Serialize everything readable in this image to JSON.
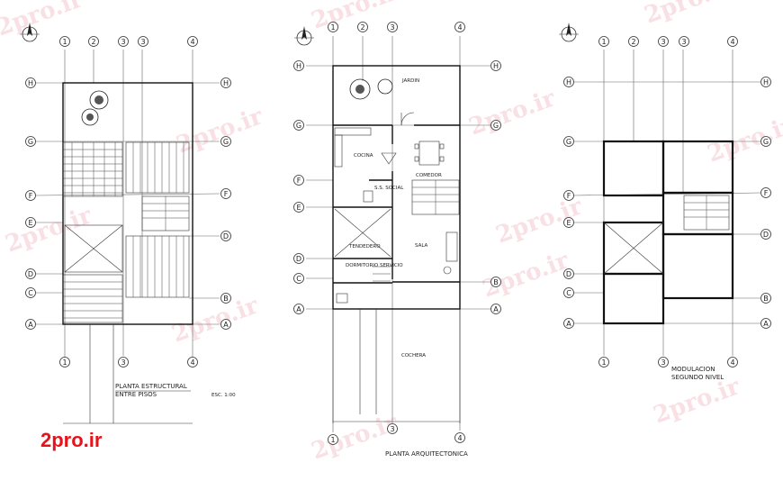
{
  "watermark": {
    "text": "2pro.ir"
  },
  "logo": {
    "text": "2pro.ir"
  },
  "plans": [
    {
      "id": "structural",
      "title_line1": "PLANTA ESTRUCTURAL",
      "title_line2": "ENTRE PISOS",
      "scale": "ESC. 1:00",
      "axes_top": [
        "1",
        "2",
        "3",
        "3",
        "4"
      ],
      "axes_side": [
        "H",
        "G",
        "F",
        "E",
        "D",
        "C",
        "A"
      ],
      "axes_right": [
        "H",
        "G",
        "F",
        "D",
        "B",
        "A"
      ],
      "axes_bottom": [
        "1",
        "3",
        "4"
      ]
    },
    {
      "id": "architectural",
      "title": "PLANTA ARQUITECTONICA",
      "axes_top": [
        "1",
        "2",
        "3",
        "4"
      ],
      "axes_side": [
        "H",
        "G",
        "F",
        "E",
        "D",
        "C",
        "A"
      ],
      "axes_right": [
        "H",
        "G",
        "B",
        "A"
      ],
      "axes_bottom": [
        "1",
        "3",
        "4"
      ],
      "rooms": {
        "jardin": "JARDIN",
        "cocina": "COCINA",
        "comedor": "COMEDOR",
        "ss_social": "S.S. SOCIAL",
        "tendedero": "TENDEDERO",
        "sala": "SALA",
        "dormitorio": "DORMITORIO SERVICIO",
        "cochera": "COCHERA"
      }
    },
    {
      "id": "modulation",
      "title_line1": "MODULACION",
      "title_line2": "SEGUNDO NIVEL",
      "axes_top": [
        "1",
        "2",
        "3",
        "3",
        "4"
      ],
      "axes_side": [
        "H",
        "G",
        "F",
        "E",
        "D",
        "C",
        "A"
      ],
      "axes_right": [
        "H",
        "G",
        "F",
        "D",
        "B",
        "A"
      ],
      "axes_bottom": [
        "1",
        "3",
        "4"
      ]
    }
  ]
}
